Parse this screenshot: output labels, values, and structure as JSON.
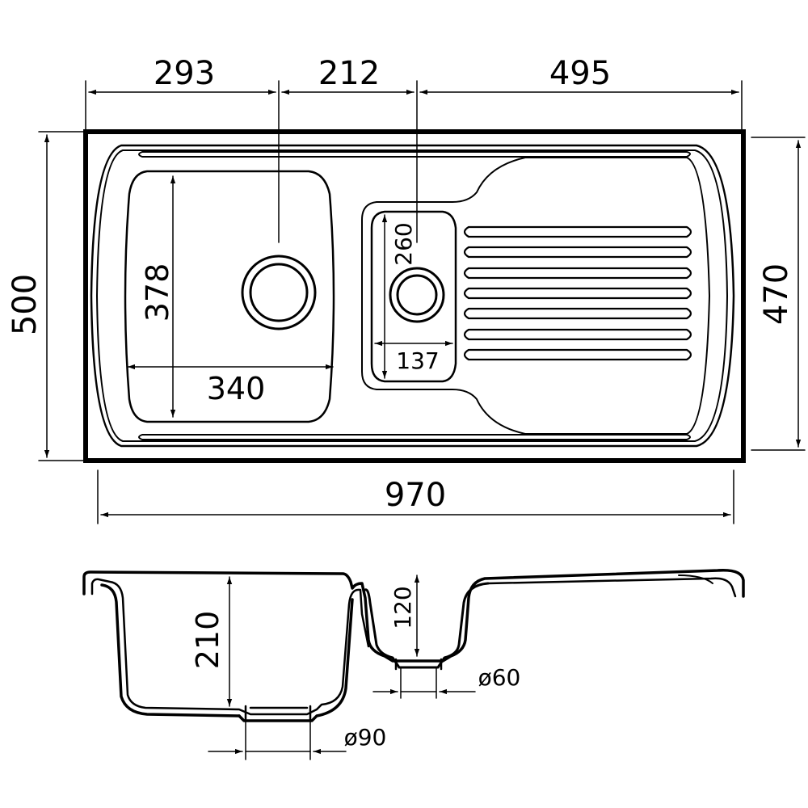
{
  "dimensions": {
    "top_left_width": "293",
    "top_mid_width": "212",
    "top_right_width": "495",
    "overall_height": "500",
    "inner_height": "470",
    "overall_width": "970",
    "main_bowl_length": "378",
    "main_bowl_width": "340",
    "small_bowl_length": "260",
    "small_bowl_width": "137",
    "main_bowl_depth": "210",
    "small_bowl_depth": "120",
    "small_drain_diameter": "ø60",
    "main_drain_diameter": "ø90"
  }
}
